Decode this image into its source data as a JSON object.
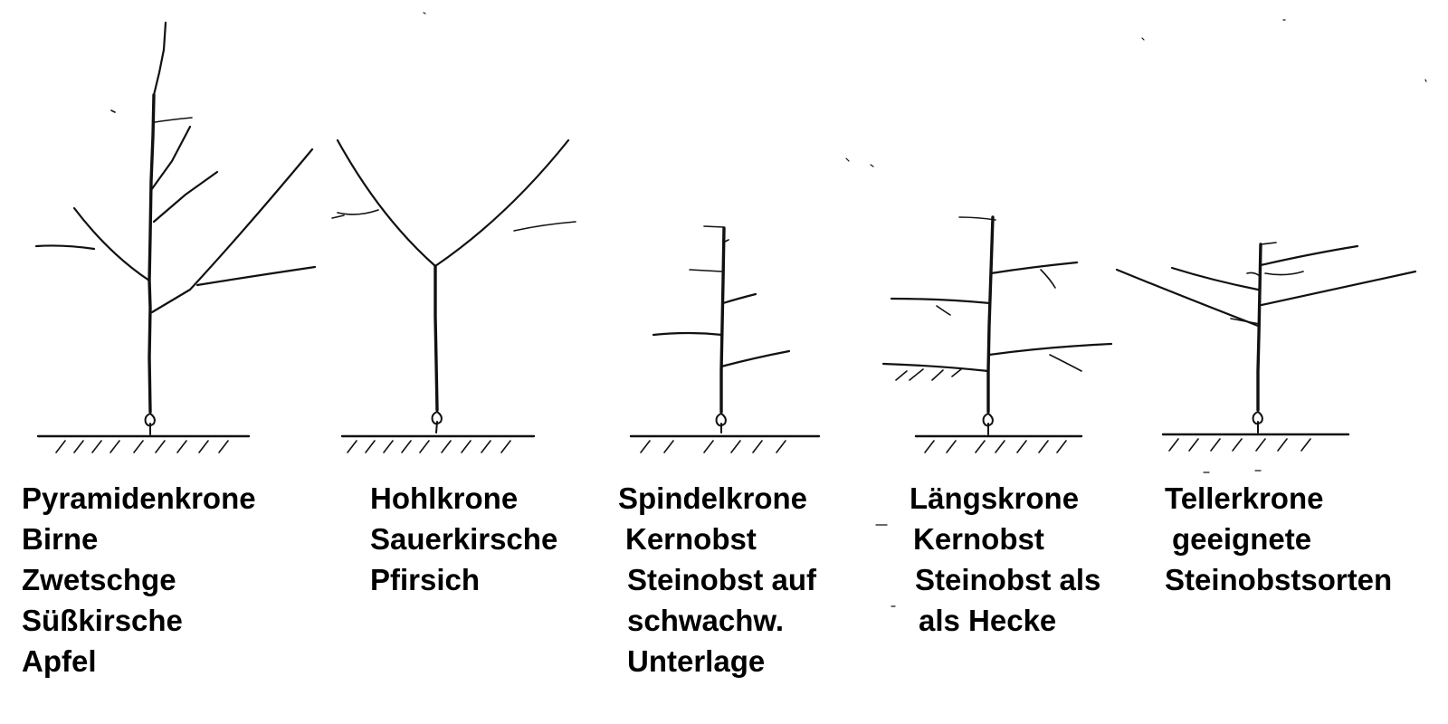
{
  "figures": [
    {
      "name": "Pyramidenkrone",
      "lines": [
        "Birne",
        "Zwetschge",
        "Süßkirsche",
        "Apfel"
      ]
    },
    {
      "name": "Hohlkrone",
      "lines": [
        "Sauerkirsche",
        "Pfirsich"
      ]
    },
    {
      "name": "Spindelkrone",
      "lines": [
        "Kernobst",
        "Steinobst auf",
        "schwachw.",
        "Unterlage"
      ]
    },
    {
      "name": "Längskrone",
      "lines": [
        "Kernobst",
        "Steinobst als",
        "als Hecke"
      ]
    },
    {
      "name": "Tellerkrone",
      "lines": [
        "geeignete",
        "Steinobstsorten"
      ]
    }
  ],
  "colors": {
    "ink": "#111111",
    "paper": "#ffffff"
  }
}
